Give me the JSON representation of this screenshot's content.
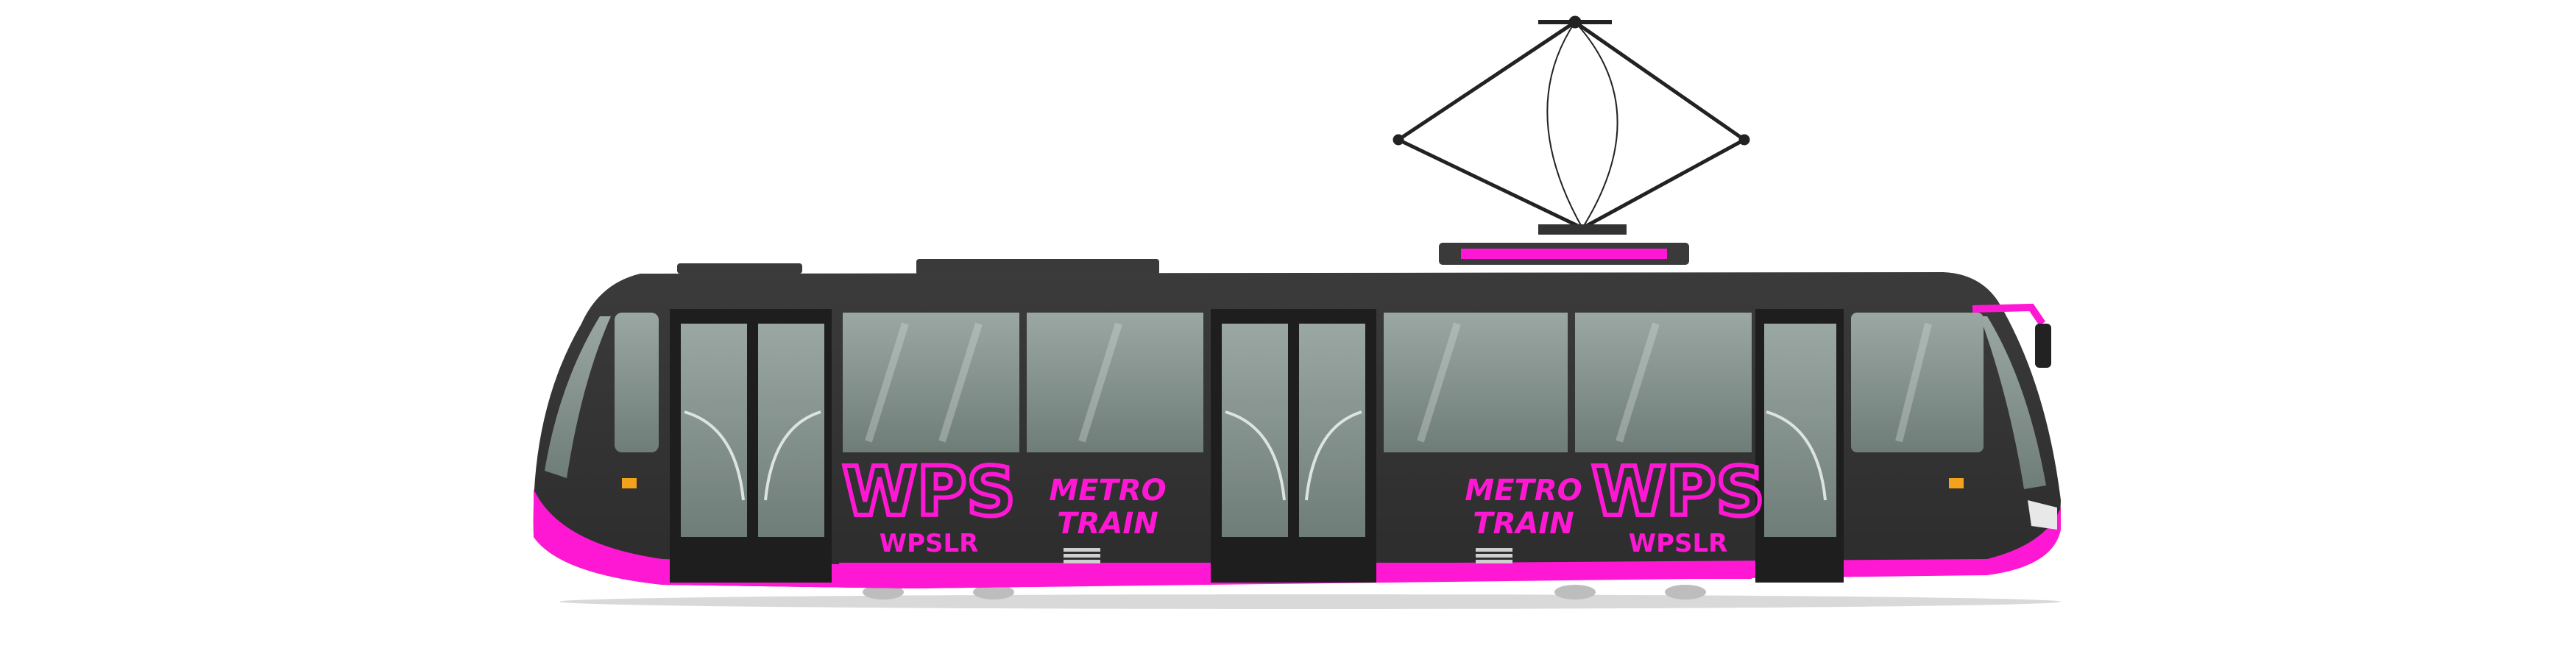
{
  "tram": {
    "logo_mark": "WPS",
    "logo_sub": "WPSLR",
    "slogan_line1": "METRO",
    "slogan_line2": "TRAIN"
  },
  "colors": {
    "background": "#ffffff",
    "body": "#323232",
    "roof": "#3a3a3a",
    "accent": "#ff18d4",
    "glass": "#7d8b86",
    "glass_light": "#b8c1bc",
    "door_frame": "#1e1e1e",
    "shadow": "#dcdcdc",
    "indicator": "#f2a31b"
  },
  "icons": {
    "pantograph": "pantograph-icon",
    "mirror": "mirror-icon",
    "headlight": "headlight-icon"
  }
}
